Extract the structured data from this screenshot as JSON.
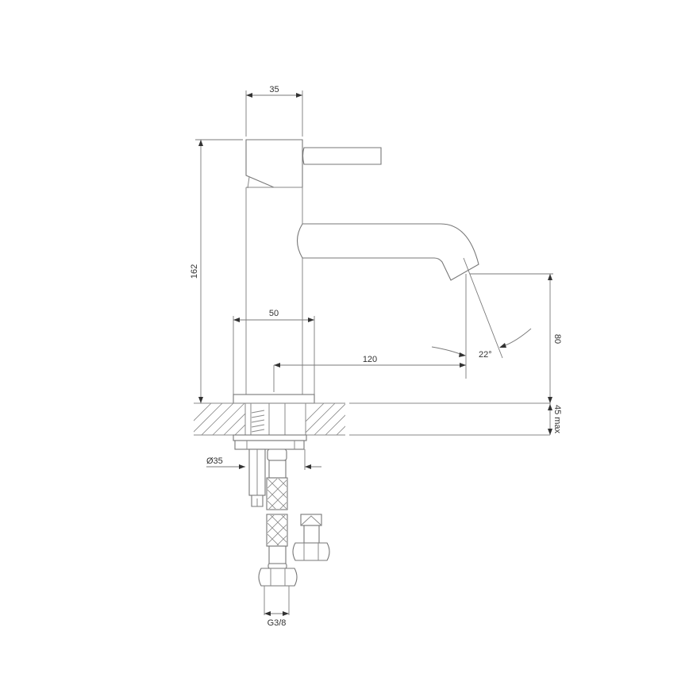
{
  "drawing": {
    "title": "Basin mixer tap technical drawing",
    "line_color": "#8a8a8a",
    "text_color": "#333333",
    "background": "#ffffff"
  },
  "dimensions": {
    "body_width": "35",
    "total_height": "162",
    "base_width": "50",
    "spout_reach": "120",
    "spout_angle": "22°",
    "spout_height": "80",
    "deck_thickness": "45 max",
    "hole_diameter": "Ø35",
    "connection_thread": "G3/8"
  }
}
